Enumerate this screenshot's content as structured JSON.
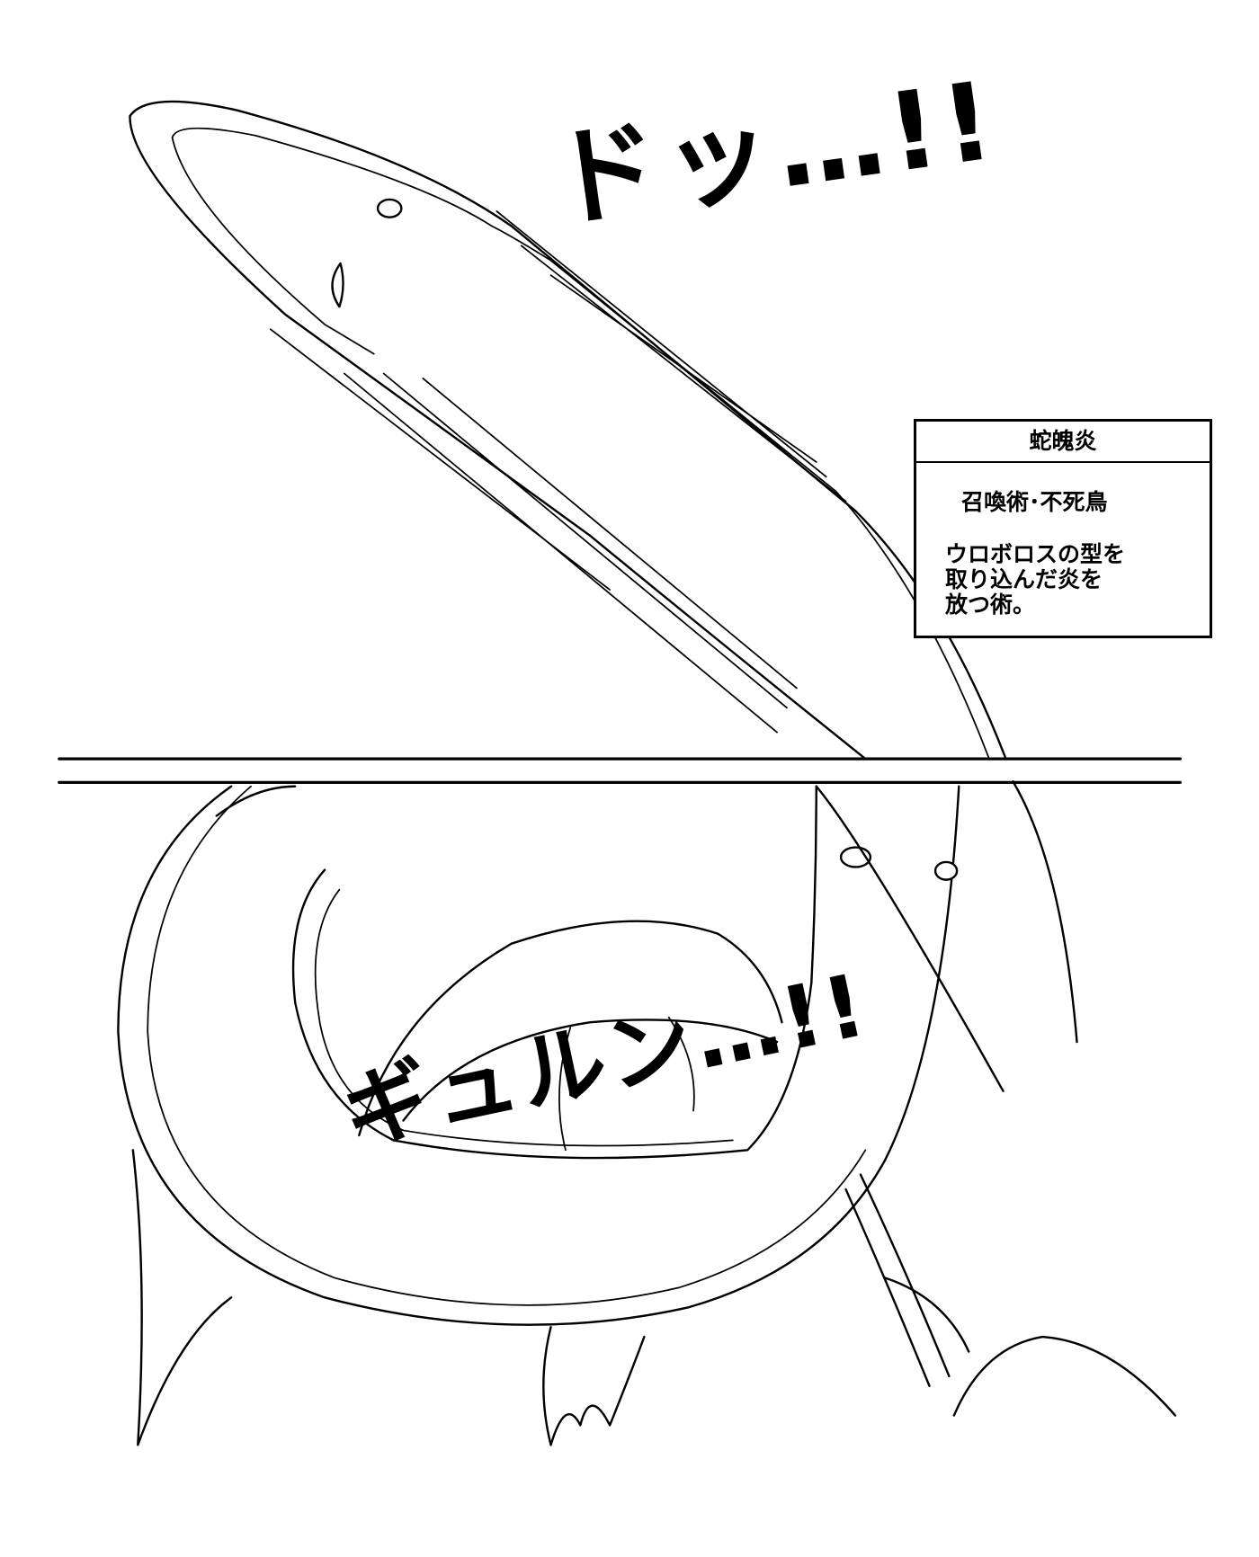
{
  "sound_effects": {
    "top": "ドッ…!!",
    "bottom": "ギュルン…!!"
  },
  "info_box": {
    "title": "蛇魄炎",
    "subtitle": "召喚術･不死鳥",
    "description": "ウロボロスの型を\n取り込んだ炎を\n放つ術。"
  },
  "colors": {
    "ink": "#000000",
    "paper": "#ffffff"
  }
}
